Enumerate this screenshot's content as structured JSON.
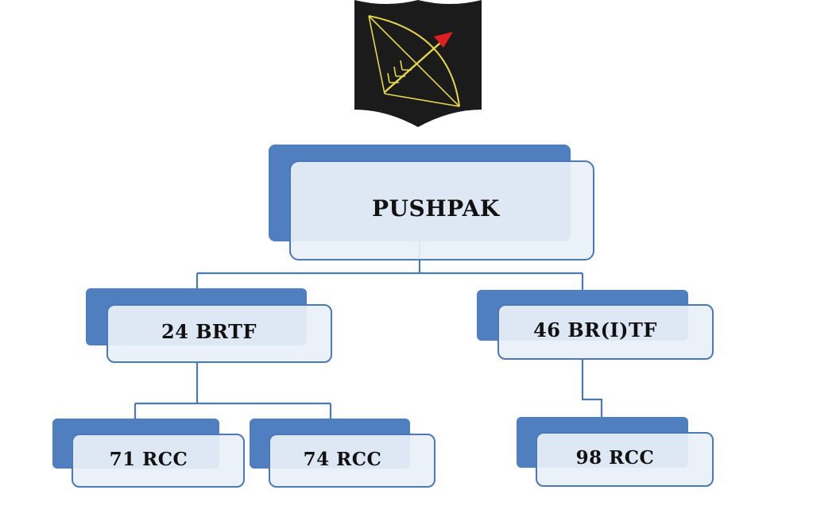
{
  "chart_data": {
    "type": "org-chart",
    "root": {
      "label": "PUSHPAK",
      "children": [
        {
          "label": "24 BRTF",
          "children": [
            {
              "label": "71 RCC"
            },
            {
              "label": "74 RCC"
            }
          ]
        },
        {
          "label": "46 BR(I)TF",
          "children": [
            {
              "label": "98 RCC"
            }
          ]
        }
      ]
    }
  },
  "emblem": {
    "name": "bow-and-arrow-emblem",
    "colors": {
      "shield": "#1b1b1b",
      "bow": "#e6d64a",
      "arrowhead": "#e02020"
    }
  },
  "colors": {
    "box_back": "#4f7fbf",
    "box_front": "#eaf0f8",
    "box_border": "#4a78b8",
    "connector": "#4a78b8",
    "text": "#111111"
  }
}
